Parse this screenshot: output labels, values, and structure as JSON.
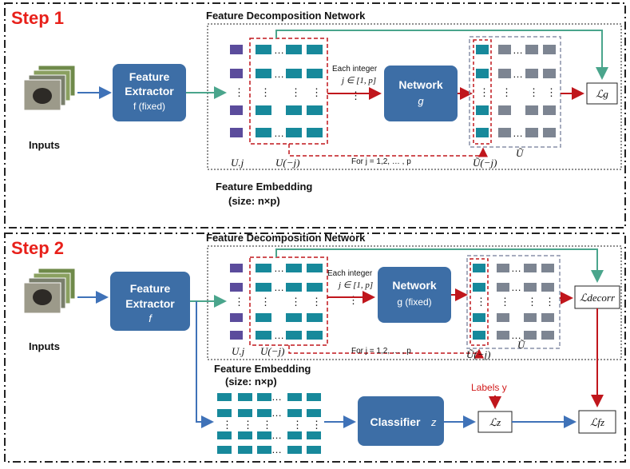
{
  "step1": {
    "title": "Step 1",
    "network_title": "Feature Decomposition Network",
    "inputs_label": "Inputs",
    "extractor_title": "Feature",
    "extractor_title2": "Extractor",
    "extractor_sub": "f (fixed)",
    "each_integer": "Each integer",
    "range": "j ∈ [1, p]",
    "network_label": "Network",
    "network_sub": "g",
    "loss": "ℒg",
    "u_j": "U.j",
    "u_minus": "U(−j)",
    "for_label": "For j = 1,2, … , p",
    "u_tilde_minus": "Ũ(−j)",
    "u_tilde": "Ũ",
    "embedding_title": "Feature Embedding",
    "embedding_size": "(size: n×p)"
  },
  "step2": {
    "title": "Step 2",
    "network_title": "Feature Decomposition Network",
    "inputs_label": "Inputs",
    "extractor_title": "Feature",
    "extractor_title2": "Extractor",
    "extractor_sub": "f",
    "each_integer": "Each integer",
    "range": "j ∈ [1, p]",
    "network_label": "Network",
    "network_sub": "g (fixed)",
    "loss_decorr": "ℒdecorr",
    "u_j": "U.j",
    "u_minus": "U(−j)",
    "for_label": "For j = 1,2, … , p",
    "u_tilde_minus": "Ũ(−j)",
    "u_tilde": "Ũ",
    "embedding_title": "Feature Embedding",
    "embedding_size": "(size: n×p)",
    "classifier": "Classifier",
    "classifier_var": "z",
    "labels": "Labels y",
    "loss_z": "ℒz",
    "loss_fz": "ℒfz"
  },
  "colors": {
    "step_red": "#e8201a",
    "box_blue": "#3d6ea6",
    "teal": "#17899b",
    "purple": "#5b4c9c",
    "gray": "#7d8592",
    "arrow_blue": "#3f72b8",
    "arrow_green": "#4aa58c",
    "arrow_red": "#c0161c"
  }
}
